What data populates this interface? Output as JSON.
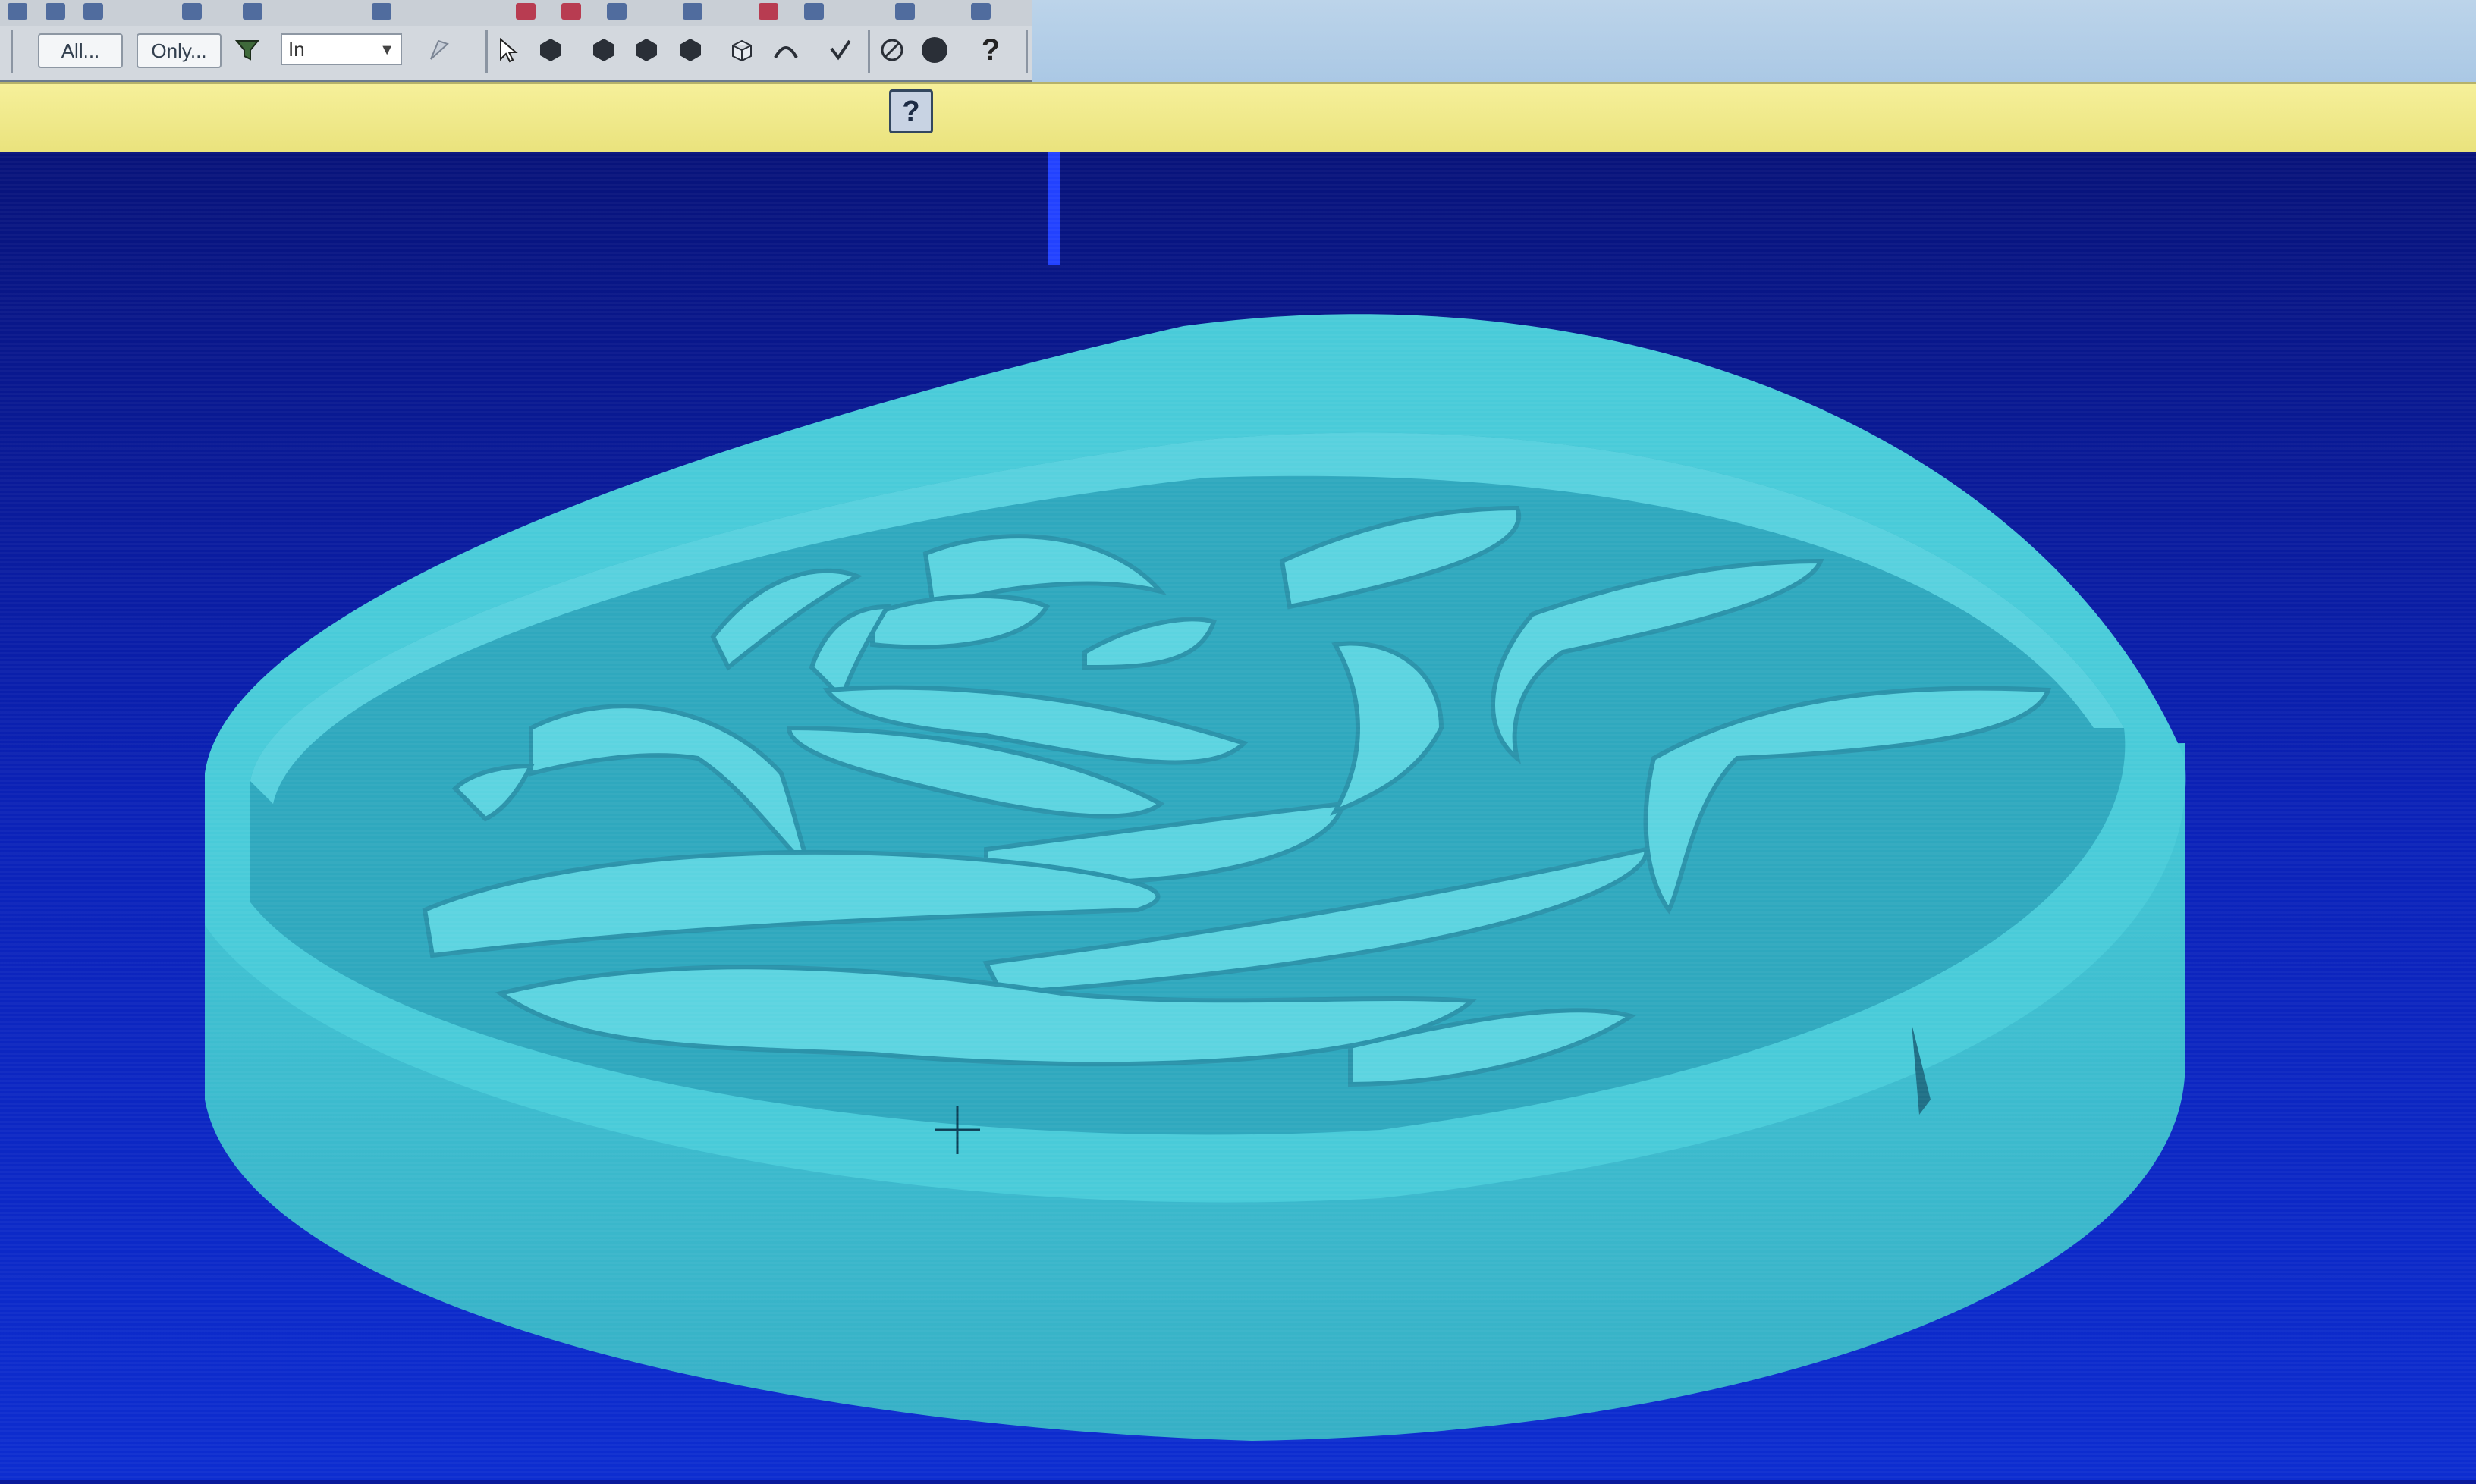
{
  "toolbar": {
    "all_label": "All...",
    "only_label": "Only...",
    "units_select_value": "In",
    "help_label": "?"
  },
  "yellow_bar": {
    "help_label": "?"
  },
  "icons": [
    "filter-icon",
    "select-arrow-icon",
    "solid-icon",
    "shaded-solid-icon",
    "shaded-solid-icon-2",
    "shaded-solid-icon-3",
    "box-icon",
    "curve-icon",
    "checkmark-icon",
    "cancel-icon",
    "circle-icon",
    "help-icon"
  ],
  "colors": {
    "background": "#0a1a9a",
    "model": "#3cc6d6",
    "toolbar": "#d3d8de",
    "status_bar": "#efe98a"
  }
}
